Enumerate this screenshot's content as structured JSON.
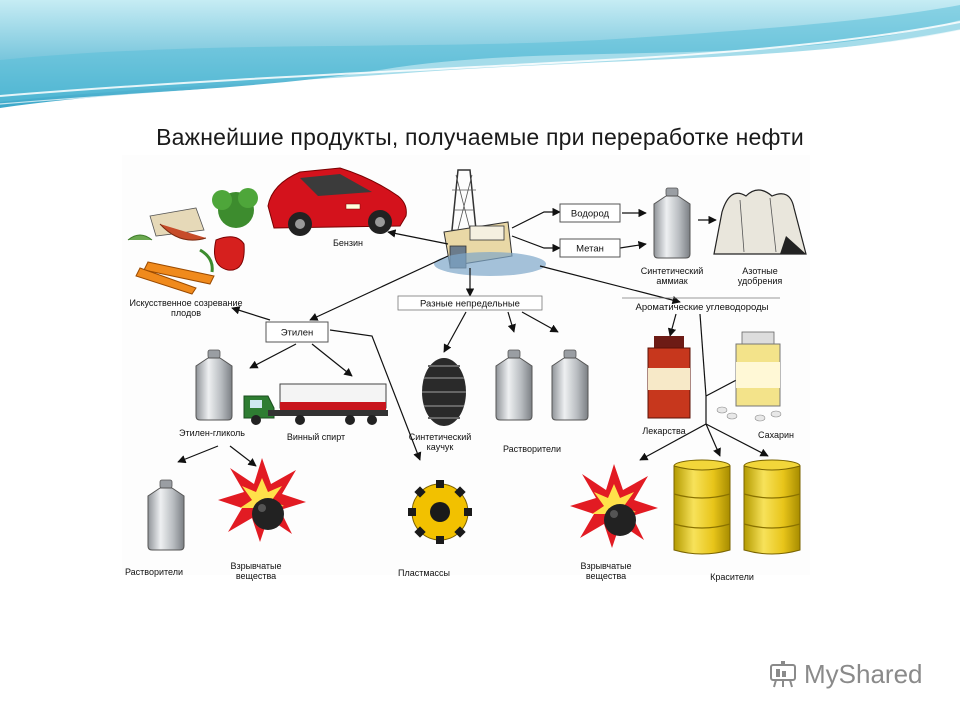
{
  "slide": {
    "title": "Важнейшие продукты, получаемые при переработке нефти"
  },
  "diagram": {
    "nodes": {
      "hydrogen": "Водород",
      "methane": "Метан",
      "ammonia_l1": "Синтетический",
      "ammonia_l2": "аммиак",
      "fertilizer_l1": "Азотные",
      "fertilizer_l2": "удобрения",
      "gasoline": "Бензин",
      "ripening_l1": "Искусственное созревание",
      "ripening_l2": "плодов",
      "unsaturated": "Разные непредельные",
      "aromatic": "Ароматические углеводороды",
      "ethylene": "Этилен",
      "ethylene_glycol": "Этилен-гликоль",
      "wine_alcohol": "Винный спирт",
      "rubber_l1": "Синтетический",
      "rubber_l2": "каучук",
      "solvents_mid": "Растворители",
      "medicines": "Лекарства",
      "saccharin": "Сахарин",
      "solvents_left": "Растворители",
      "explosives_left_l1": "Взрывчатые",
      "explosives_left_l2": "вещества",
      "plastics": "Пластмассы",
      "explosives_right_l1": "Взрывчатые",
      "explosives_right_l2": "вещества",
      "dyes": "Красители"
    }
  },
  "branding": {
    "name": "MyShared"
  },
  "colors": {
    "wave_blue": "#3aa7c9",
    "car_red": "#d4121c",
    "barrel_yellow": "#e8c51a",
    "explosion_red": "#e21b23",
    "bottle_gray": "#b8bcc0"
  }
}
